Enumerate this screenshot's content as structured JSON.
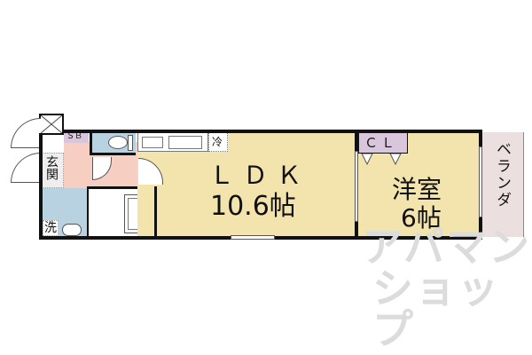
{
  "plan": {
    "rooms": {
      "ldk": {
        "name": "ＬＤＫ",
        "size": "10.6帖",
        "color": "#f3e3ad"
      },
      "western": {
        "name": "洋室",
        "size": "6帖",
        "color": "#f3e3ad"
      },
      "closet": {
        "label": "ＣＬ",
        "color": "#d9c6dd"
      },
      "veranda": {
        "label": "ベランダ",
        "color": "#ecdfe0"
      },
      "genkan": {
        "label": "玄関"
      },
      "shoebox": {
        "label": "ＳＢ",
        "color": "#d9c6dd"
      },
      "toilet": {
        "color": "#b8d2e2"
      },
      "washroom": {
        "label": "洗",
        "color": "#b8d2e2"
      },
      "hallway": {
        "color": "#f6cfc2"
      },
      "bath": {
        "color": "#ffffff"
      },
      "fridge": {
        "label": "冷"
      }
    },
    "colors": {
      "wall": "#111111",
      "watermark": "#dcdcdc"
    }
  },
  "watermark": {
    "line1": "アパマン",
    "line2": "ショップ"
  }
}
